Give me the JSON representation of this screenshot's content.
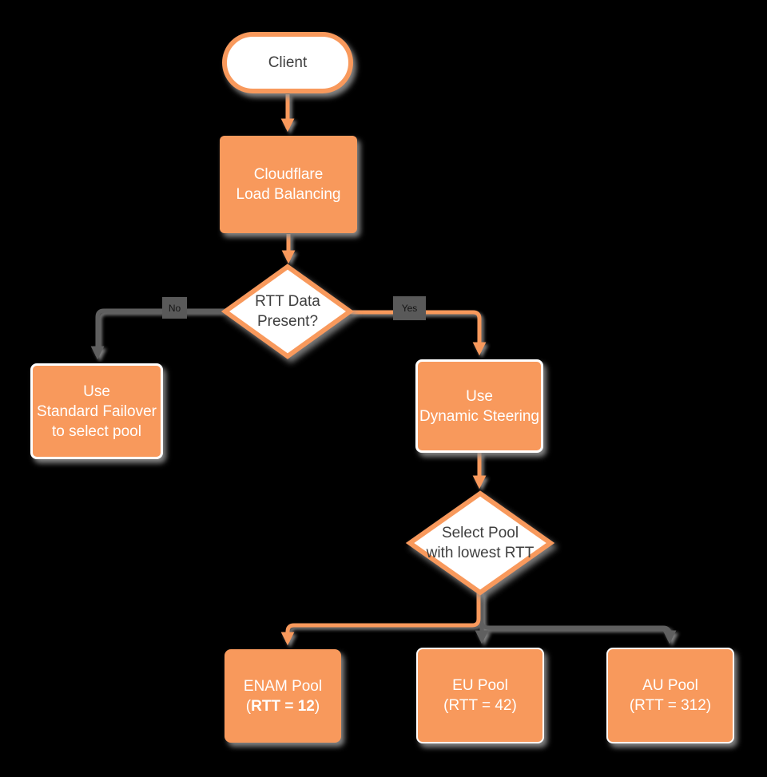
{
  "colors": {
    "background": "#000000",
    "orange": "#F8995C",
    "node_text_light": "#FFFFFF",
    "node_text_dark": "#3F3F3F",
    "connector_gray": "#5E5E5E",
    "edge_label_bg": "#595959",
    "edge_label_text": "#141414",
    "shadow": "#8F8F8F"
  },
  "nodes": {
    "client": {
      "label": "Client"
    },
    "load_balancing": {
      "line1": "Cloudflare",
      "line2": "Load Balancing"
    },
    "rtt_decision": {
      "line1": "RTT Data",
      "line2": "Present?"
    },
    "standard_failover": {
      "line1": "Use",
      "line2": "Standard Failover",
      "line3": "to select pool"
    },
    "dynamic_steering": {
      "line1": "Use",
      "line2": "Dynamic Steering"
    },
    "select_pool": {
      "line1": "Select Pool",
      "line2": "with lowest RTT"
    },
    "enam_pool": {
      "line1": "ENAM Pool",
      "line2_open": "(",
      "line2_bold": "RTT = 12",
      "line2_close": ")"
    },
    "eu_pool": {
      "line1": "EU Pool",
      "line2": "(RTT = 42)"
    },
    "au_pool": {
      "line1": "AU Pool",
      "line2": "(RTT = 312)"
    }
  },
  "edge_labels": {
    "no": "No",
    "yes": "Yes"
  }
}
